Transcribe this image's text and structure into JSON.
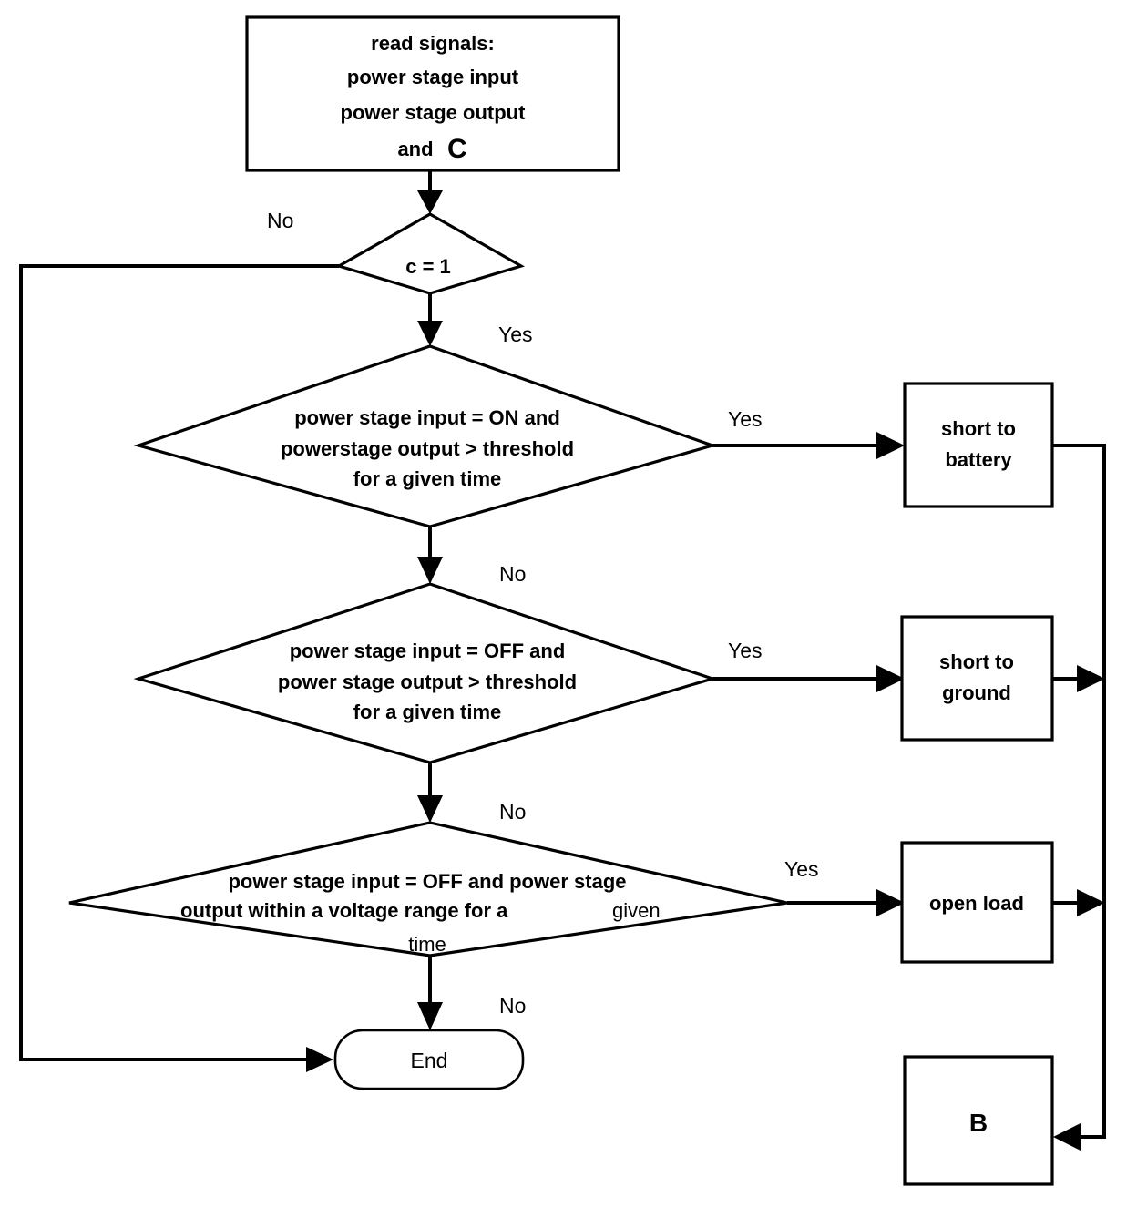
{
  "diagram": {
    "title": "power stage diagnosis flowchart",
    "type": "flowchart",
    "background_color": "#ffffff",
    "line_color": "#000000"
  },
  "nodes": {
    "read_signals": {
      "shape": "process",
      "lines": [
        "read signals:",
        "power stage input",
        "power stage output",
        "and"
      ],
      "emphasis_symbol": "C"
    },
    "c_equals_1": {
      "shape": "decision",
      "label": "c = 1"
    },
    "decision_short_battery": {
      "shape": "decision",
      "lines": [
        "power stage input = ON and",
        "powerstage output > threshold",
        "for a given time"
      ]
    },
    "decision_short_ground": {
      "shape": "decision",
      "lines": [
        "power stage input = OFF and",
        "power stage output > threshold",
        "for a given time"
      ]
    },
    "decision_open_load": {
      "shape": "decision",
      "lines_bold": [
        "power stage input = OFF and power stage",
        "output within a voltage range for a"
      ],
      "lines_light": [
        "given",
        "time"
      ]
    },
    "short_to_battery": {
      "shape": "process",
      "lines": [
        "short to",
        "battery"
      ]
    },
    "short_to_ground": {
      "shape": "process",
      "lines": [
        "short to",
        "ground"
      ]
    },
    "open_load": {
      "shape": "process",
      "lines": [
        "open load"
      ]
    },
    "connector_b": {
      "shape": "process",
      "label": "B"
    },
    "end_terminal": {
      "shape": "terminator",
      "label": "End"
    }
  },
  "edge_labels": {
    "c1_no": "No",
    "c1_yes": "Yes",
    "d1_yes": "Yes",
    "d1_no": "No",
    "d2_yes": "Yes",
    "d2_no": "No",
    "d3_yes": "Yes",
    "d3_no": "No"
  }
}
